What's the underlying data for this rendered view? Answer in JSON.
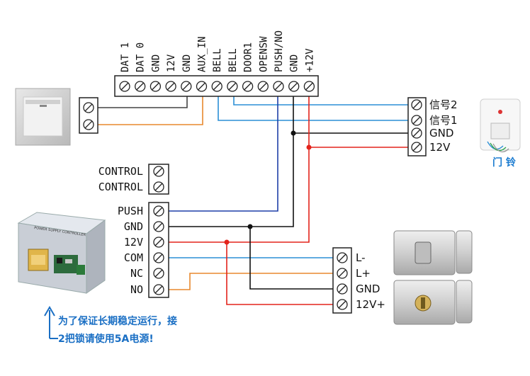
{
  "top_terminal": {
    "labels": [
      "DAT 1",
      "DAT 0",
      "GND",
      "12V",
      "GND",
      "AUX_IN",
      "BELL",
      "BELL",
      "DOOR1",
      "OPENSW",
      "PUSH/NO",
      "GND",
      "+12V"
    ]
  },
  "left_terminal": {
    "labels": [
      "CONTROL",
      "CONTROL",
      "PUSH",
      "GND",
      "12V",
      "COM",
      "NC",
      "NO"
    ]
  },
  "doorbell_terminal": {
    "labels": [
      "信号2",
      "信号1",
      "GND",
      "12V"
    ]
  },
  "doorbell_caption": "门 铃",
  "lock_terminal": {
    "labels": [
      "L-",
      "L+",
      "GND",
      "12V+"
    ]
  },
  "note": {
    "line1": "为了保证长期稳定运行，接",
    "line2": "2把锁请使用5A电源!"
  },
  "power_supply_label": "POWER SUPPLY CONTROLLER",
  "colors": {
    "blue": "#1f3fa8",
    "light_blue": "#2b8fd6",
    "black": "#111111",
    "red": "#e3231b",
    "orange": "#e8892e",
    "dark_gray": "#444444",
    "note_blue": "#1a6fc4"
  }
}
